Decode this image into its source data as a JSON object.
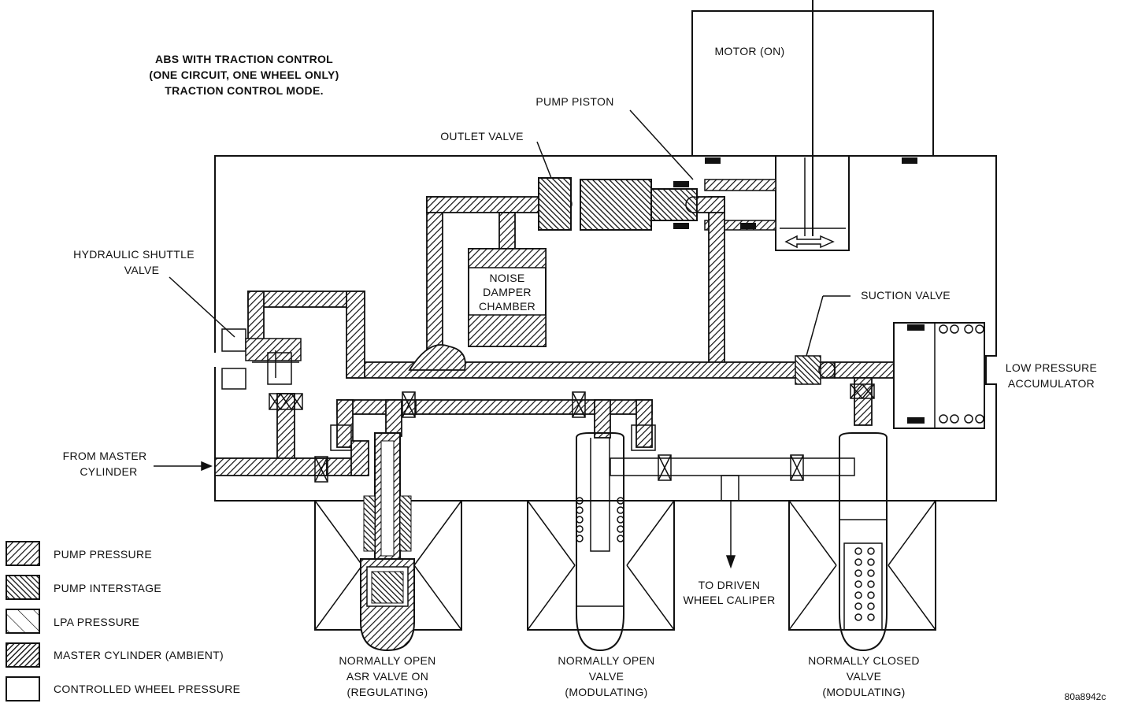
{
  "title_lines": [
    "ABS WITH TRACTION CONTROL",
    "(ONE CIRCUIT, ONE WHEEL ONLY)",
    "TRACTION CONTROL MODE."
  ],
  "labels": {
    "motor": "MOTOR (ON)",
    "pump_piston": "PUMP PISTON",
    "outlet_valve": "OUTLET VALVE",
    "hydraulic_shuttle_1": "HYDRAULIC SHUTTLE",
    "hydraulic_shuttle_2": "VALVE",
    "noise_damper_1": "NOISE",
    "noise_damper_2": "DAMPER",
    "noise_damper_3": "CHAMBER",
    "suction_valve": "SUCTION VALVE",
    "lpa_1": "LOW PRESSURE",
    "lpa_2": "ACCUMULATOR",
    "from_master_1": "FROM MASTER",
    "from_master_2": "CYLINDER",
    "to_caliper_1": "TO DRIVEN",
    "to_caliper_2": "WHEEL CALIPER",
    "valve_a_1": "NORMALLY OPEN",
    "valve_a_2": "ASR VALVE ON",
    "valve_a_3": "(REGULATING)",
    "valve_b_1": "NORMALLY OPEN",
    "valve_b_2": "VALVE",
    "valve_b_3": "(MODULATING)",
    "valve_c_1": "NORMALLY CLOSED",
    "valve_c_2": "VALVE",
    "valve_c_3": "(MODULATING)",
    "figure_id": "80a8942c"
  },
  "legend": [
    {
      "label": "PUMP PRESSURE",
      "pattern": "pump-pressure"
    },
    {
      "label": "PUMP INTERSTAGE",
      "pattern": "pump-interstage"
    },
    {
      "label": "LPA PRESSURE",
      "pattern": "lpa-pressure"
    },
    {
      "label": "MASTER CYLINDER (AMBIENT)",
      "pattern": "master-cylinder"
    },
    {
      "label": "CONTROLLED WHEEL PRESSURE",
      "pattern": "controlled-wheel"
    }
  ]
}
